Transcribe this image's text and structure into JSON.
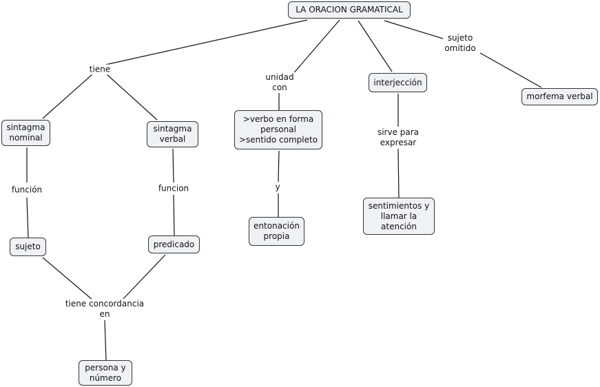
{
  "diagram": {
    "nodes": [
      {
        "id": "root",
        "text": "LA ORACION GRAMATICAL"
      },
      {
        "id": "sn",
        "text": "sintagma\nnominal"
      },
      {
        "id": "sv",
        "text": "sintagma\nverbal"
      },
      {
        "id": "verbo",
        "text": ">verbo en forma\npersonal\n>sentido completo"
      },
      {
        "id": "interj",
        "text": "interjección"
      },
      {
        "id": "morfema",
        "text": "morfema verbal"
      },
      {
        "id": "sujeto",
        "text": "sujeto"
      },
      {
        "id": "predicado",
        "text": "predicado"
      },
      {
        "id": "entonacion",
        "text": "entonación\npropia"
      },
      {
        "id": "sentimientos",
        "text": "sentimientos y\nllamar la\natención"
      },
      {
        "id": "persona",
        "text": "persona y\nnúmero"
      }
    ],
    "links": [
      {
        "id": "tiene",
        "text": "tiene"
      },
      {
        "id": "unidad",
        "text": "unidad\ncon"
      },
      {
        "id": "omitido",
        "text": "sujeto\nomitido"
      },
      {
        "id": "funcion1",
        "text": "función"
      },
      {
        "id": "funcion2",
        "text": "funcion"
      },
      {
        "id": "y",
        "text": "y"
      },
      {
        "id": "sirve",
        "text": "sirve para\nexpresar"
      },
      {
        "id": "concordancia",
        "text": "tiene concordancia\nen"
      }
    ]
  }
}
